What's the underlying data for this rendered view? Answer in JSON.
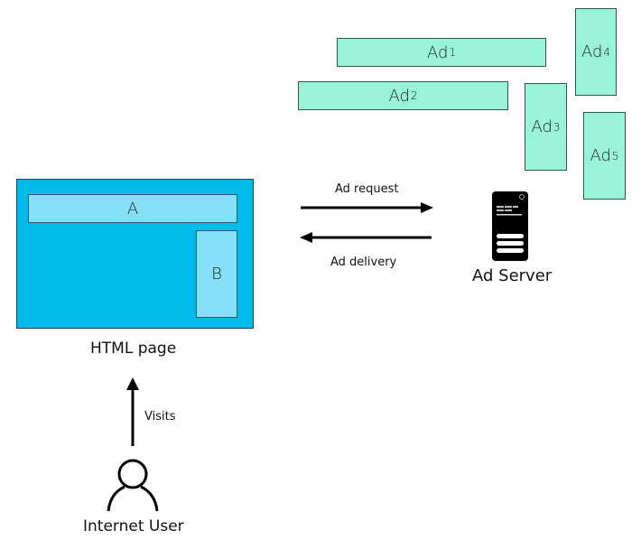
{
  "ads": [
    {
      "base": "Ad",
      "sub": "1"
    },
    {
      "base": "Ad",
      "sub": "2"
    },
    {
      "base": "Ad",
      "sub": "3"
    },
    {
      "base": "Ad",
      "sub": "4"
    },
    {
      "base": "Ad",
      "sub": "5"
    }
  ],
  "html_page": {
    "label": "HTML page",
    "slot_a": "A",
    "slot_b": "B"
  },
  "arrows": {
    "request": "Ad request",
    "delivery": "Ad delivery",
    "visits": "Visits"
  },
  "ad_server": {
    "label": "Ad Server"
  },
  "user": {
    "label": "Internet User"
  },
  "colors": {
    "ad_fill": "#98f3d9",
    "page_fill": "#00baea",
    "slot_fill": "#85dff6"
  }
}
